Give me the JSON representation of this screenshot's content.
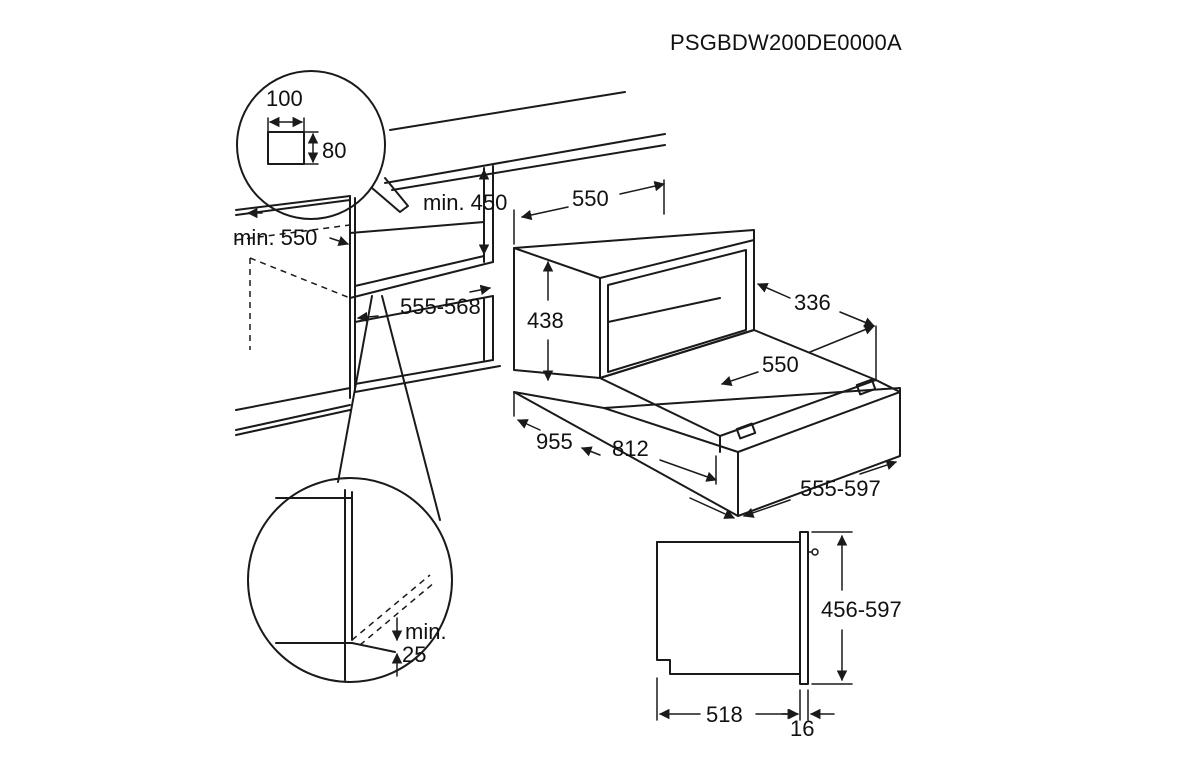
{
  "model_code": "PSGBDW200DE0000A",
  "dimensions": {
    "detail_width": "100",
    "detail_height": "80",
    "min_height_above": "min. 450",
    "niche_depth_min": "min. 550",
    "niche_width": "555-568",
    "device_width_top": "550",
    "device_height": "438",
    "inner_depth": "336",
    "drawer_width": "550",
    "depth_open": "955",
    "drawer_travel": "812",
    "front_width": "555-597",
    "front_height": "456-597",
    "side_depth": "518",
    "front_thickness": "16",
    "gap_min_label": "min.",
    "gap_min_value": "25"
  }
}
